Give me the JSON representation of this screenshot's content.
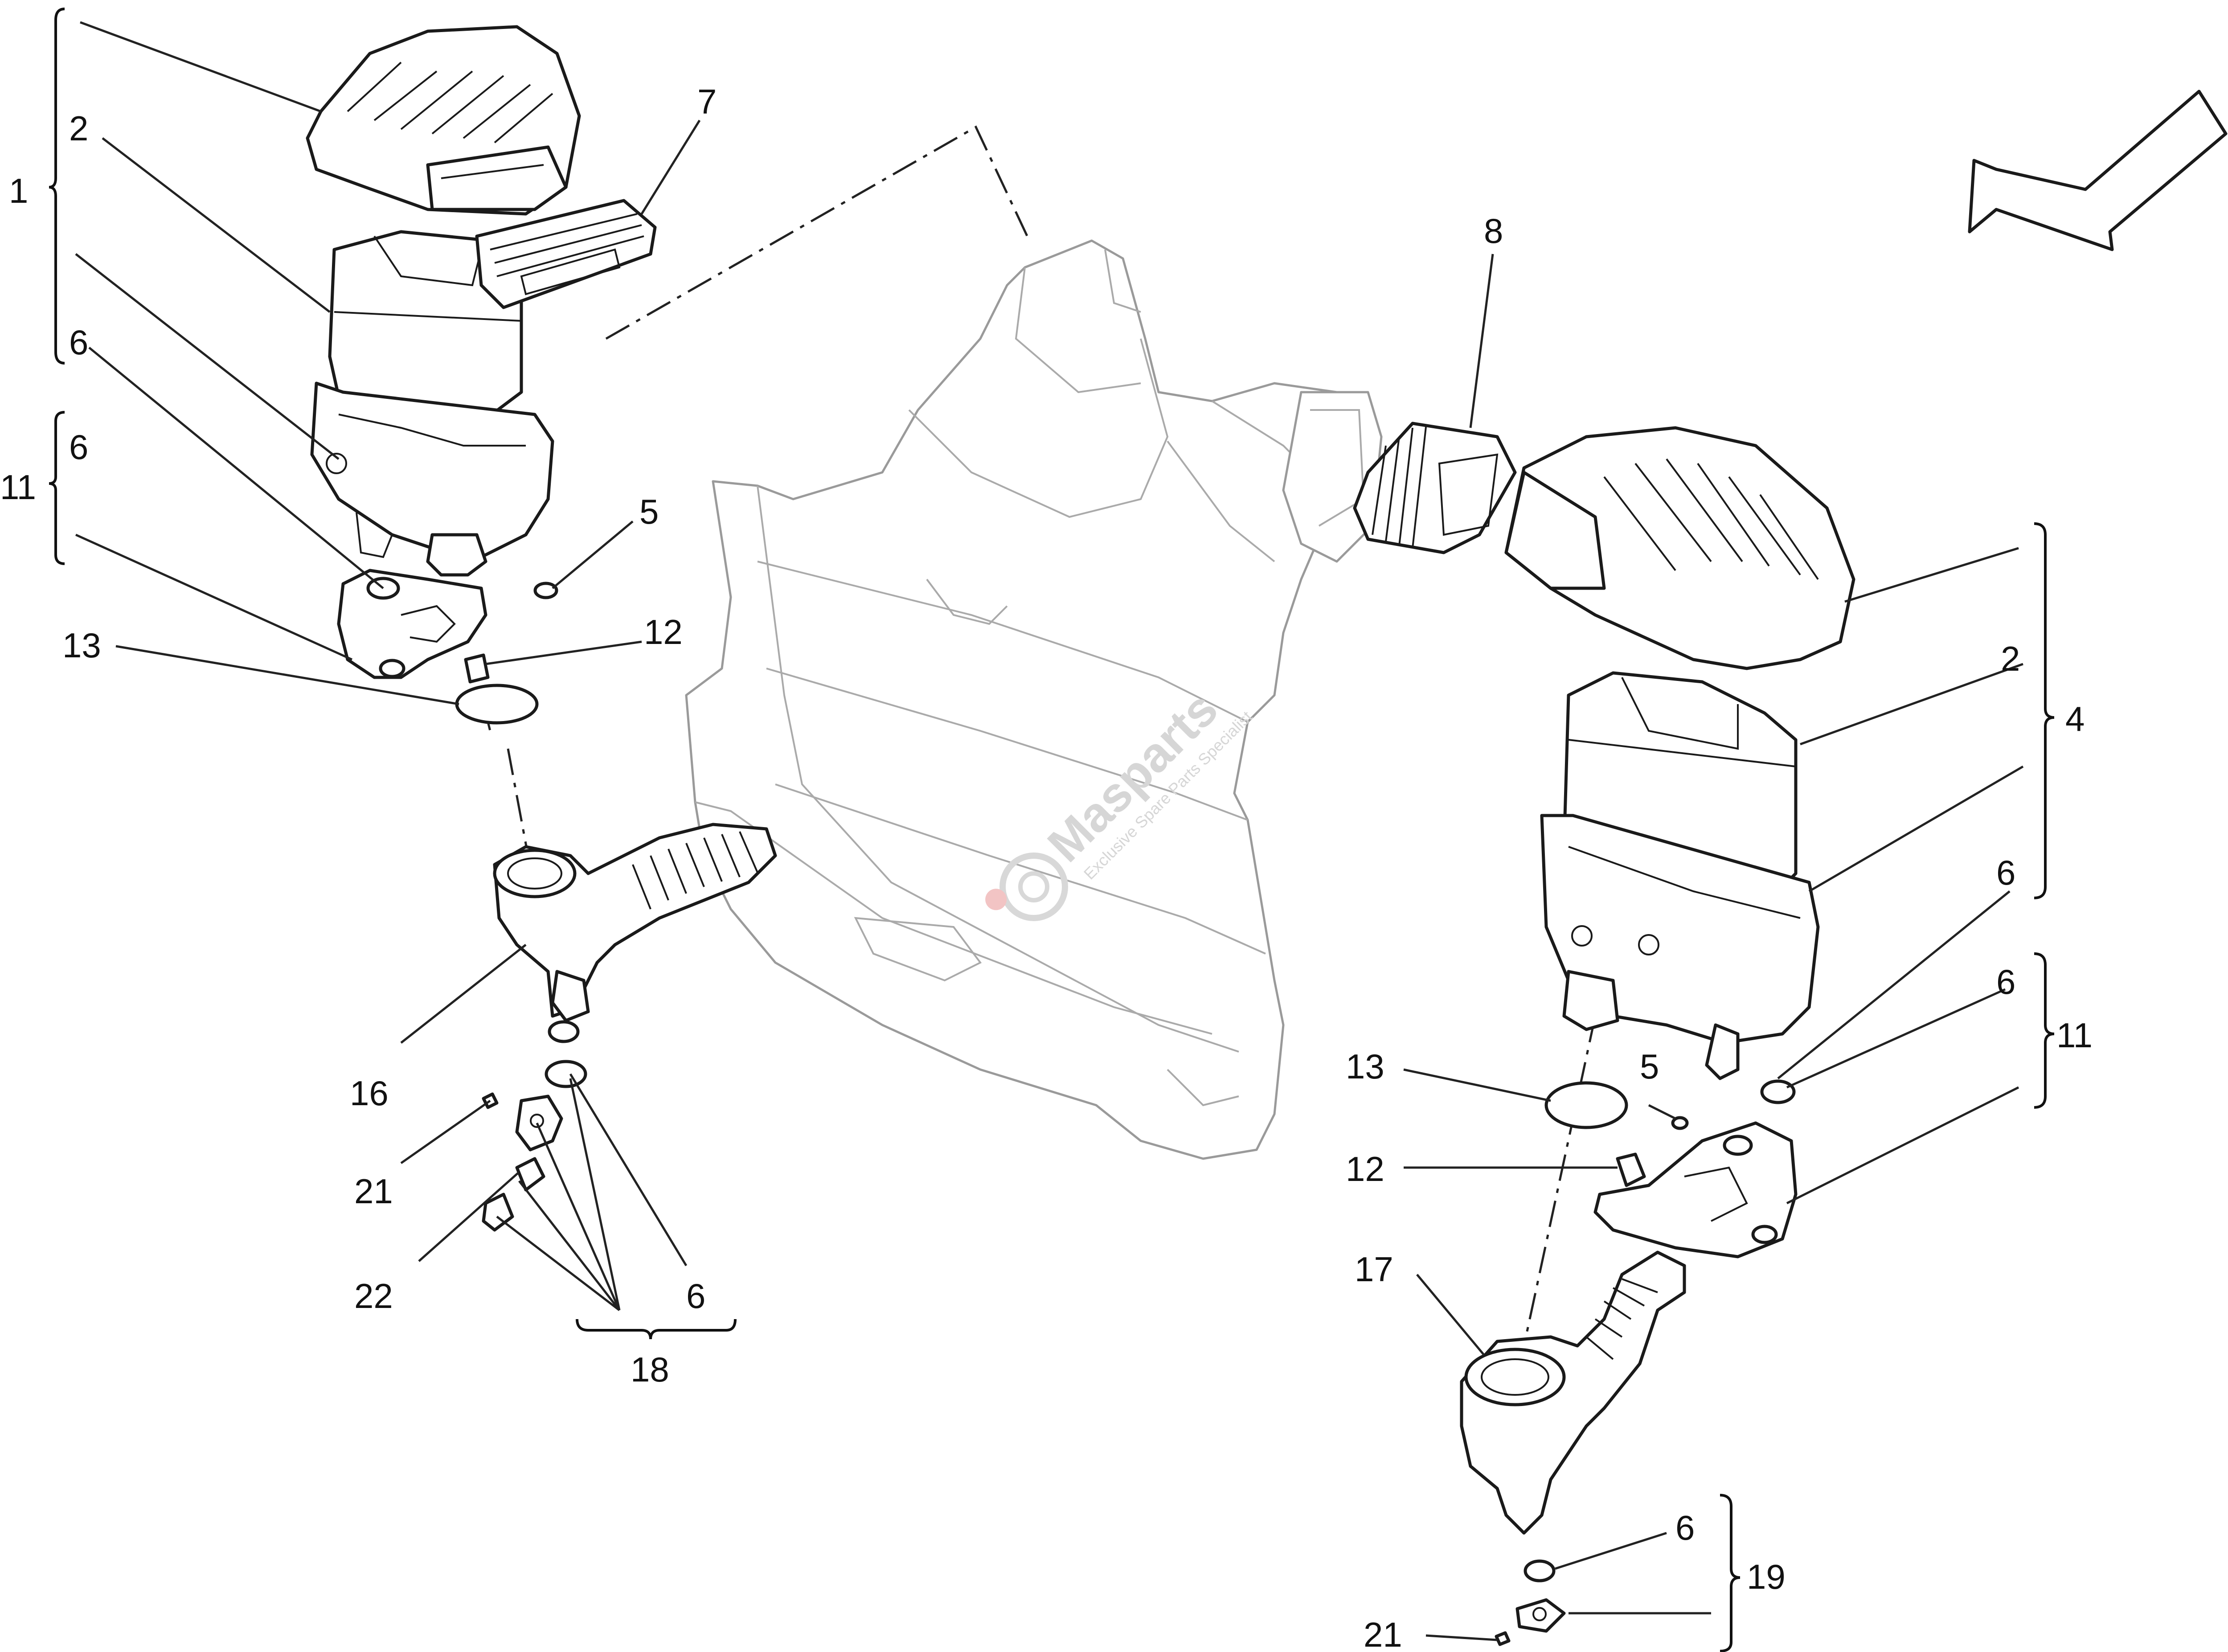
{
  "diagram": {
    "callouts": {
      "c1": "1",
      "c2a": "2",
      "c6a": "6",
      "c7": "7",
      "c11a": "11",
      "c6b": "6",
      "c5a": "5",
      "c13a": "13",
      "c12a": "12",
      "c16": "16",
      "c21a": "21",
      "c22": "22",
      "c6c": "6",
      "c18": "18",
      "c8": "8",
      "c2b": "2",
      "c4": "4",
      "c6d": "6",
      "c6e": "6",
      "c11b": "11",
      "c13b": "13",
      "c5b": "5",
      "c12b": "12",
      "c17": "17",
      "c6f": "6",
      "c19": "19",
      "c21b": "21"
    },
    "watermark": {
      "brand": "Masparts",
      "tagline": "Exclusive Spare Parts Specialist"
    }
  }
}
